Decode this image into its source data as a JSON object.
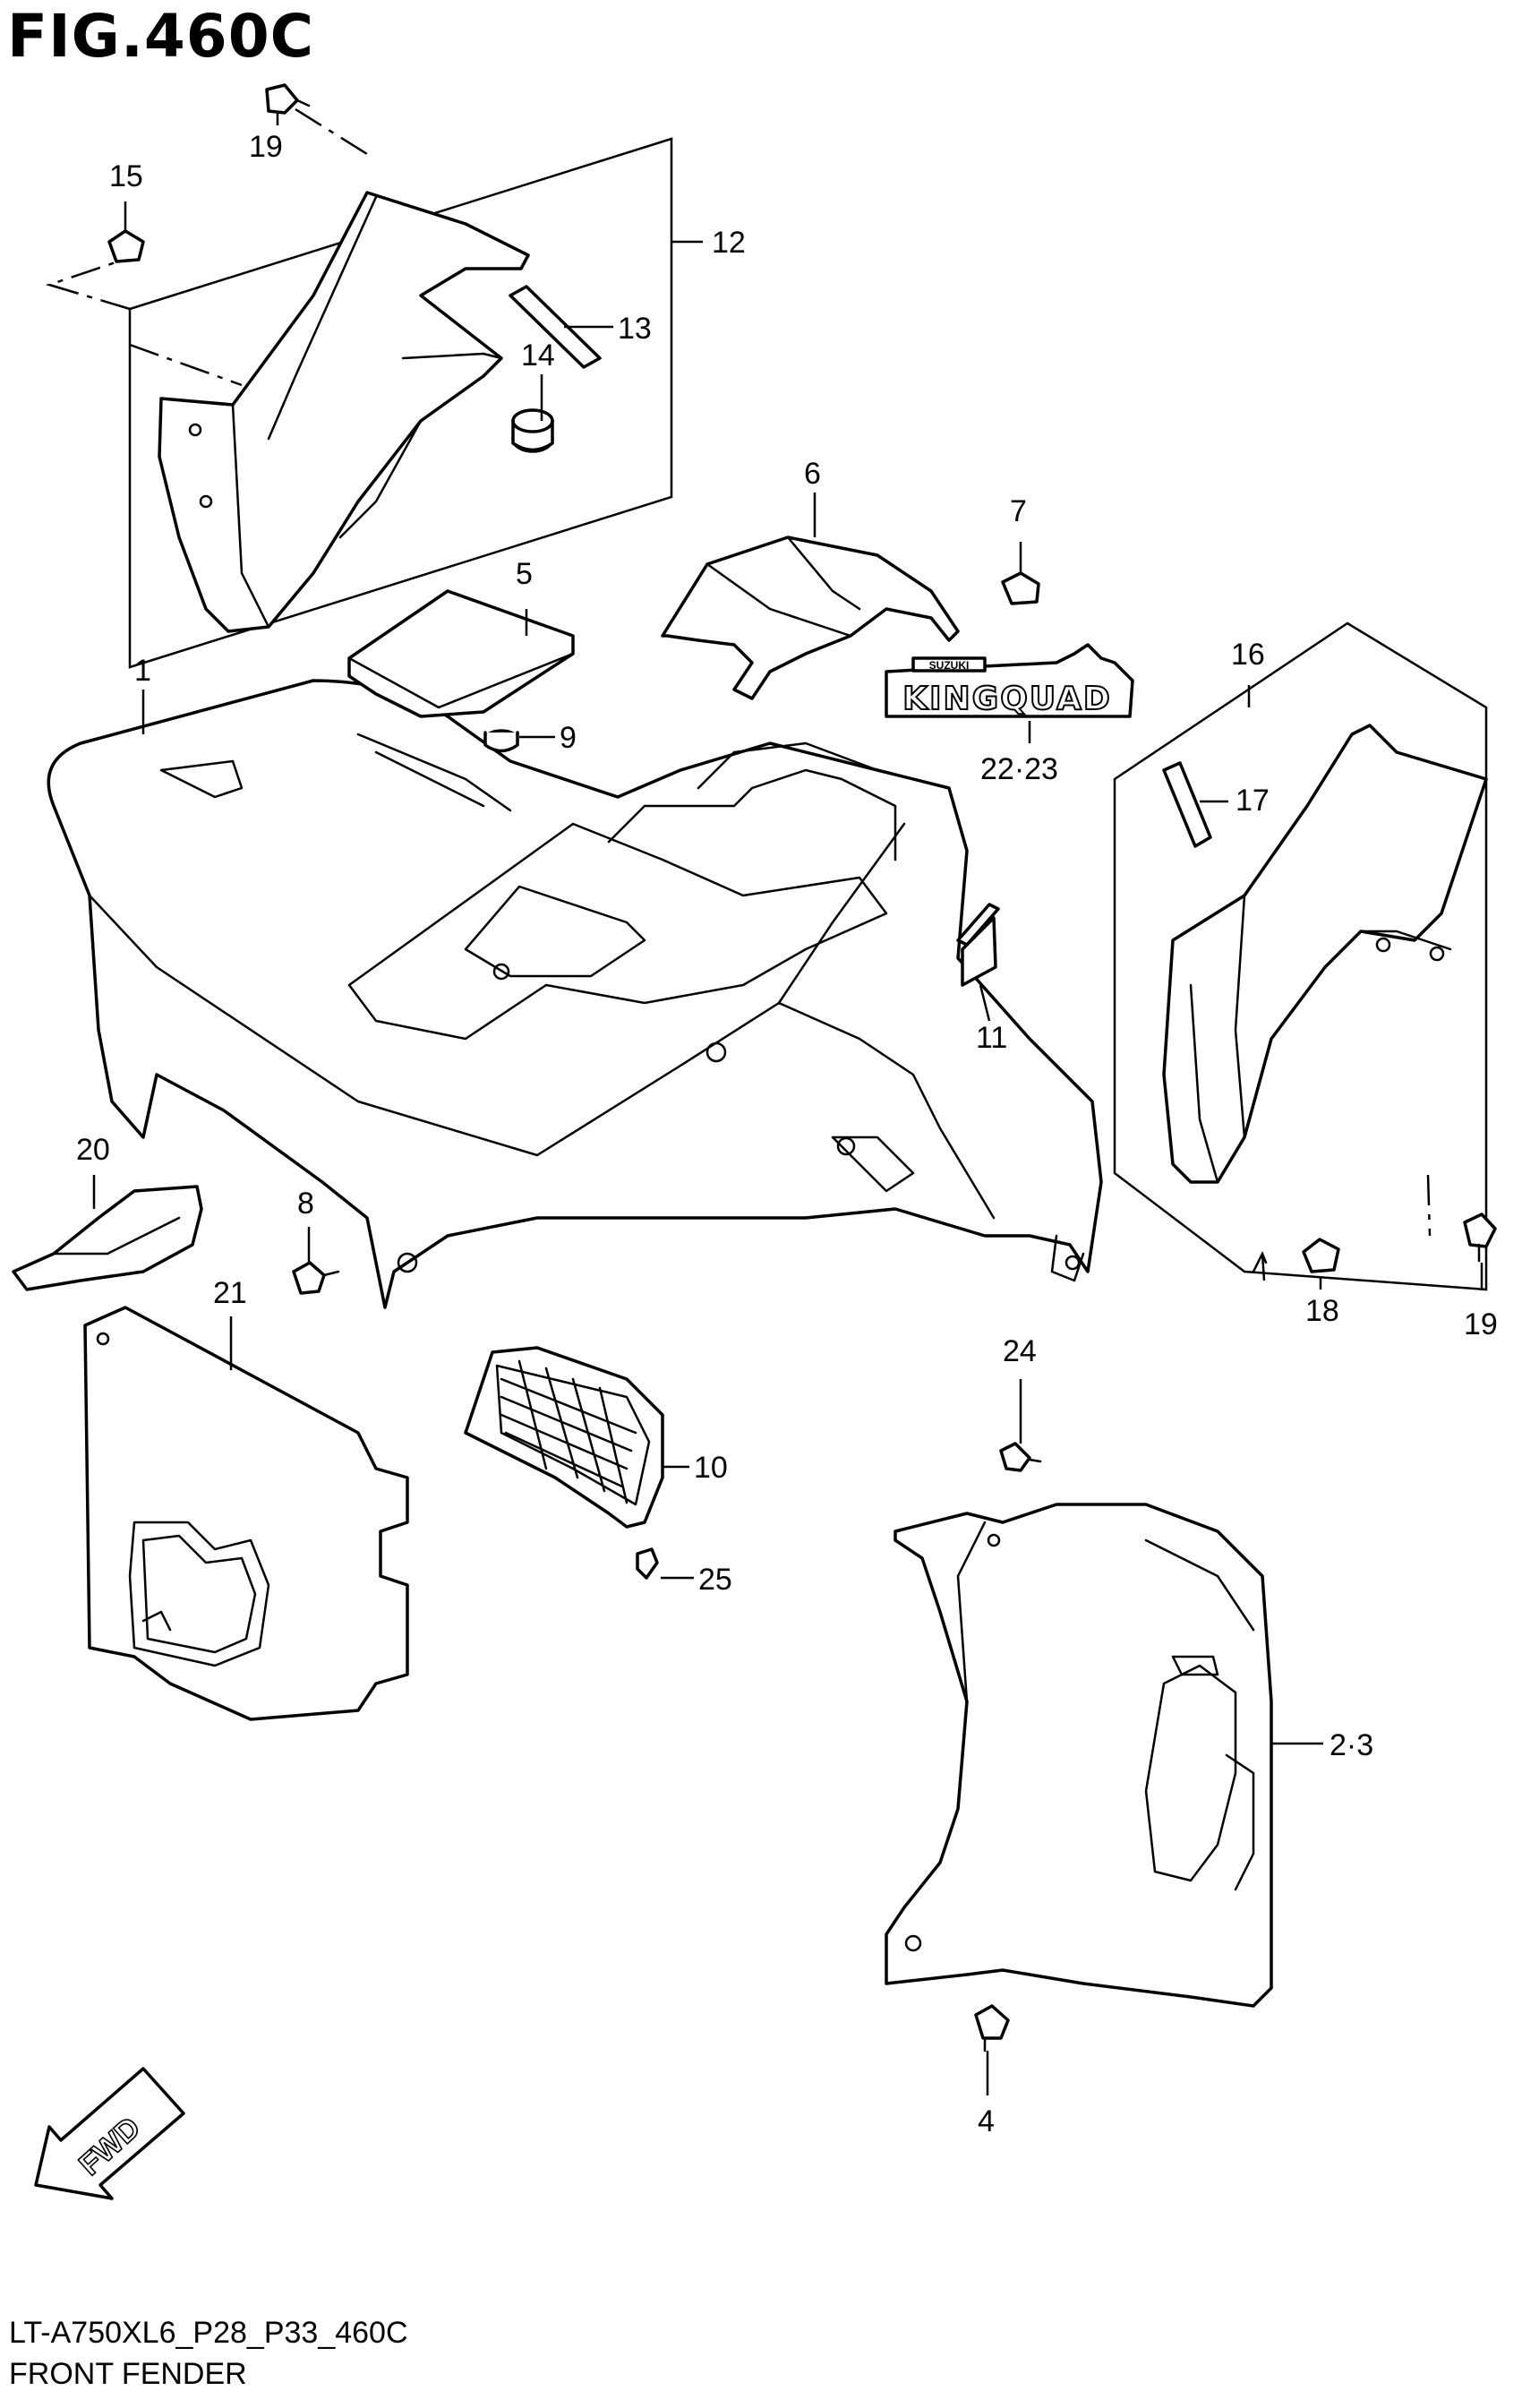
{
  "figure_title": "FIG.460C",
  "footer": {
    "model_code": "LT-A750XL6_P28_P33_460C",
    "section_name": "FRONT FENDER"
  },
  "fwd_badge": "FWD",
  "emblem": {
    "brand": "SUZUKI",
    "model": "KINGQUAD"
  },
  "callouts": {
    "c1": "1",
    "c2_3": "2·3",
    "c4": "4",
    "c5": "5",
    "c6": "6",
    "c7": "7",
    "c8": "8",
    "c9": "9",
    "c10": "10",
    "c11": "11",
    "c12": "12",
    "c13": "13",
    "c14": "14",
    "c15": "15",
    "c16": "16",
    "c17": "17",
    "c18": "18",
    "c19_top": "19",
    "c19_right": "19",
    "c20": "20",
    "c21": "21",
    "c22_23": "22·23",
    "c24": "24",
    "c25": "25"
  }
}
